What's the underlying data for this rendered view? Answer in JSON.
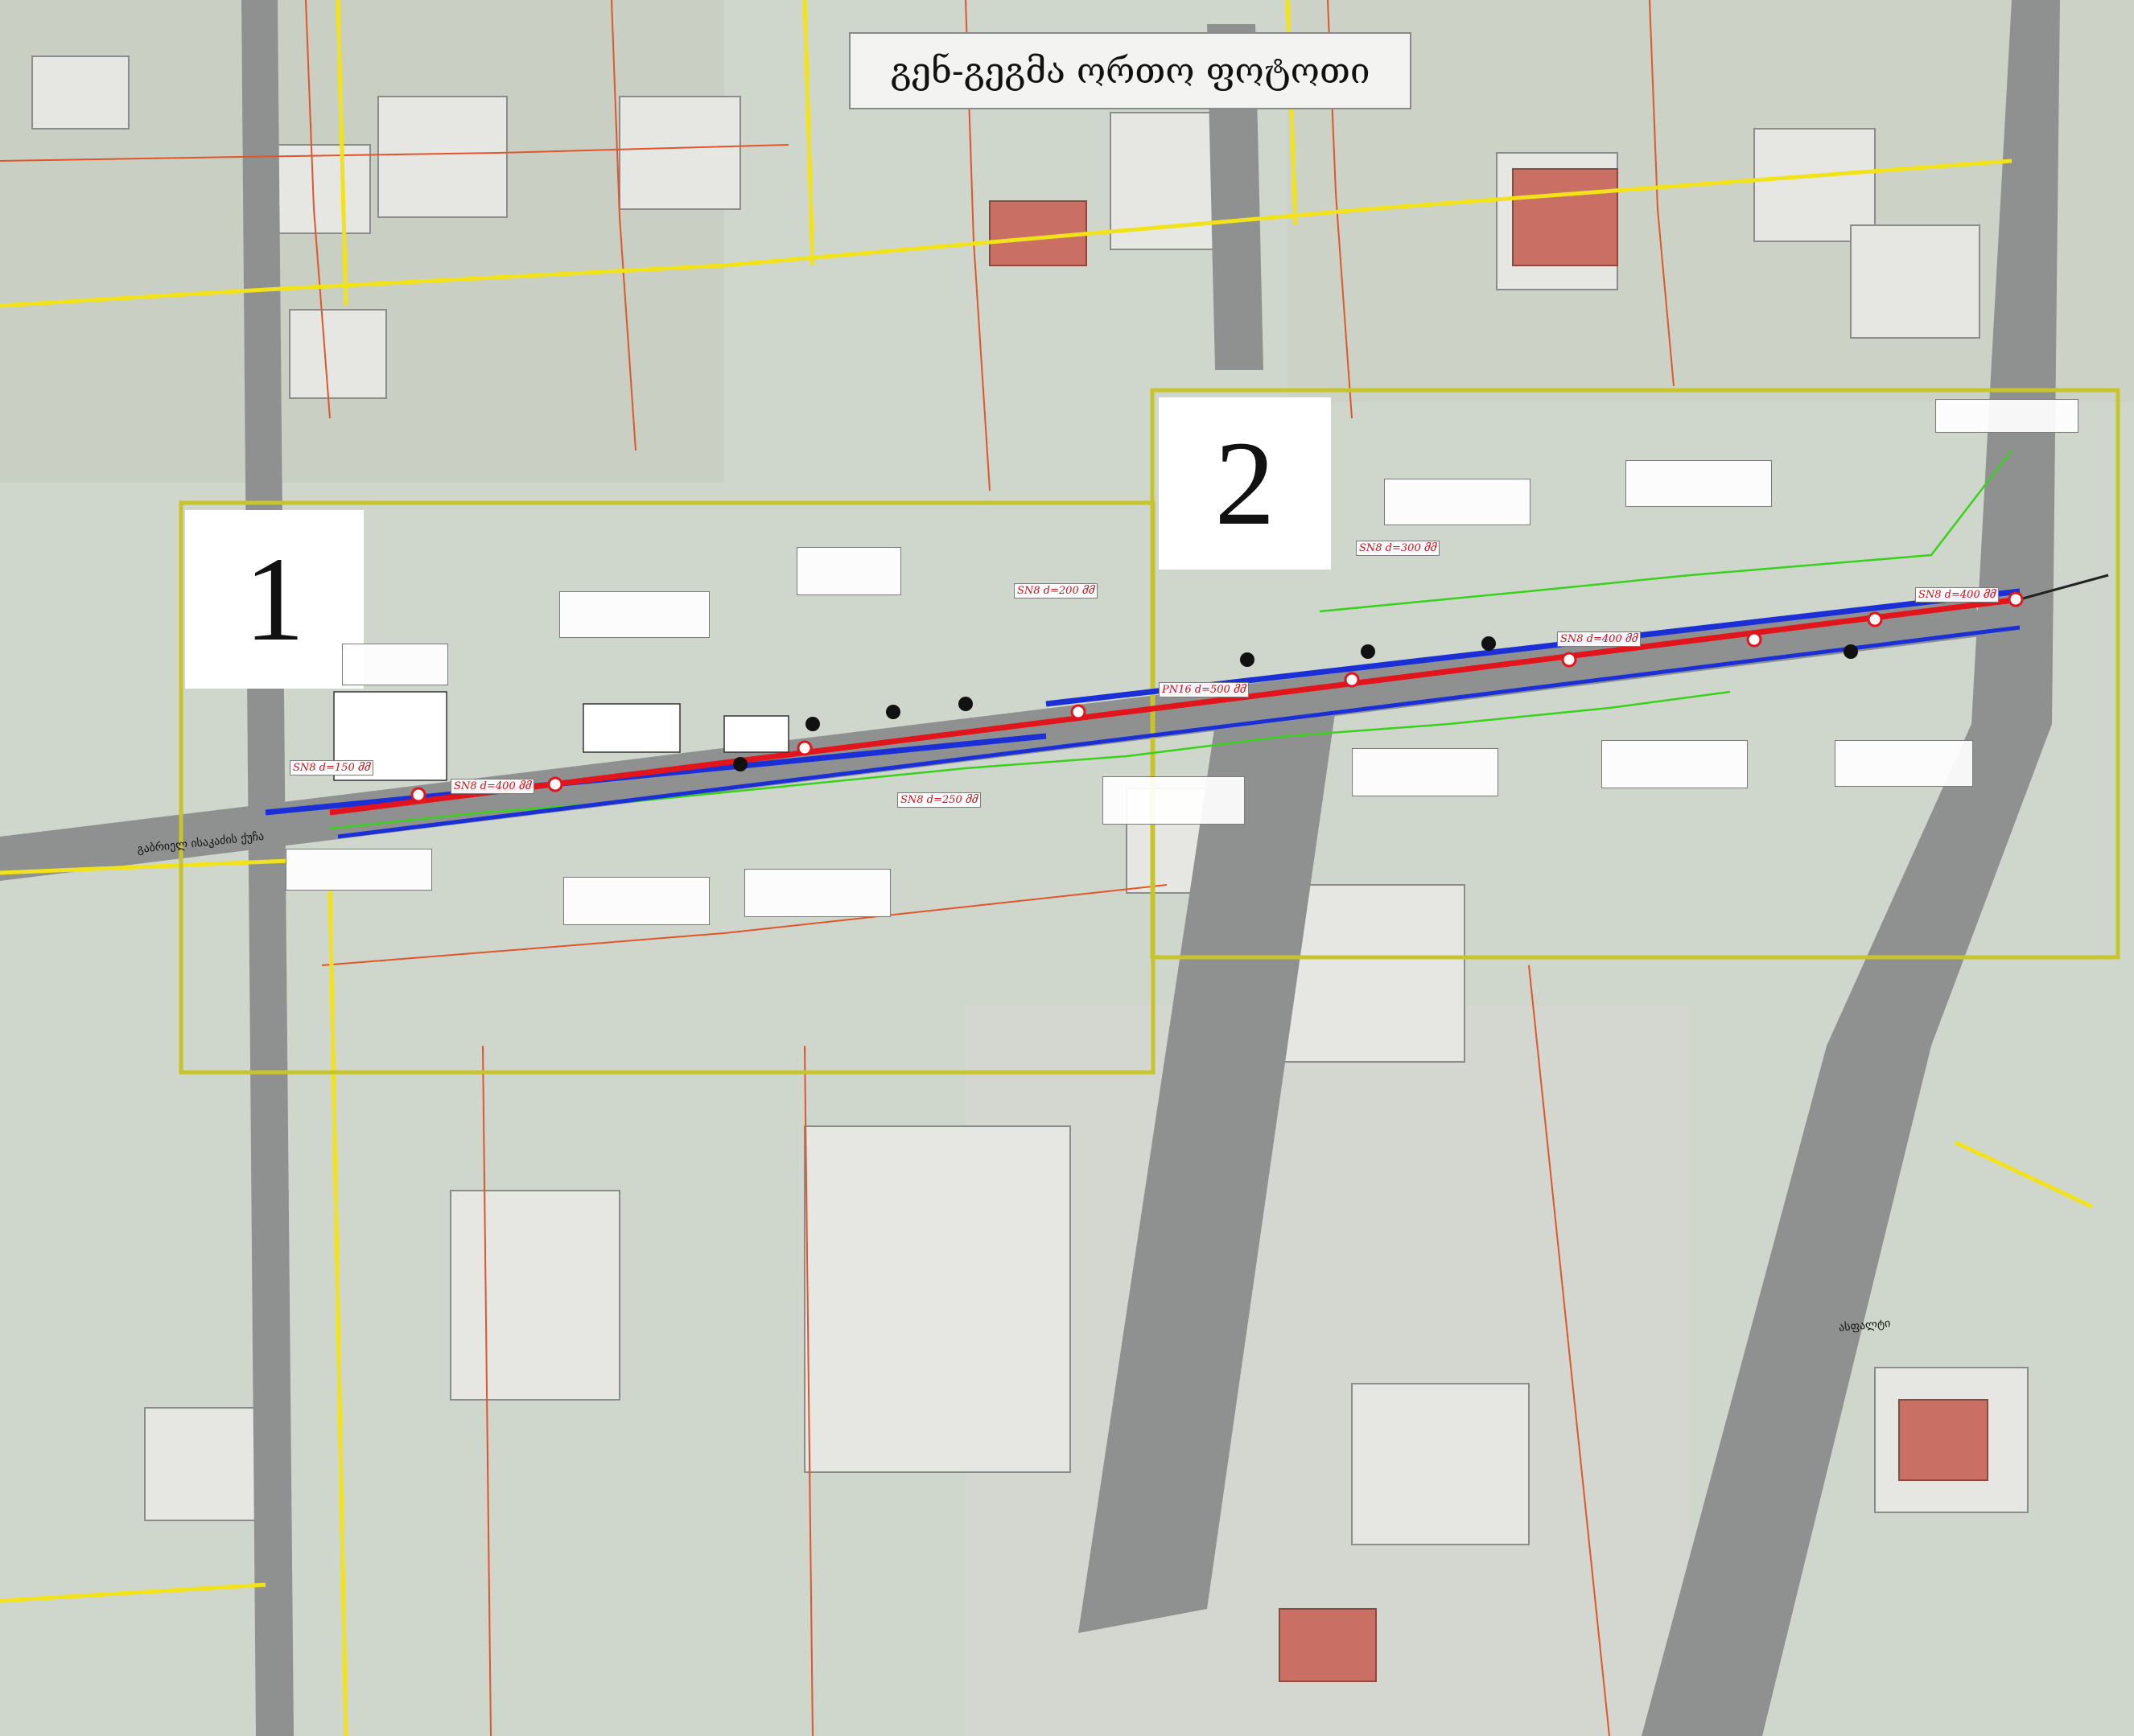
{
  "title": "გენ-გეგმა ორთო ფოტოთი",
  "sections": [
    "1",
    "2"
  ],
  "pipe_labels": [
    "SN8 d=400 მმ",
    "SN8 d=150 მმ",
    "SN8 d=200 მმ",
    "SN8 d=300 მმ",
    "SN8 d=250 მმ",
    "PN16 d=500 მმ"
  ],
  "street_labels": [
    "გაბრიელ ისაკაძის ქუჩა",
    "ასფალტი"
  ],
  "colors": {
    "sewer_pipe": "#e2141c",
    "water_pipe": "#1b2fd6",
    "road": "#8f9190",
    "parcel_lines": "#e0562a",
    "utility_lines": "#f2e21a",
    "section_frames": "#c8c42c",
    "green_line": "#38d11c"
  }
}
